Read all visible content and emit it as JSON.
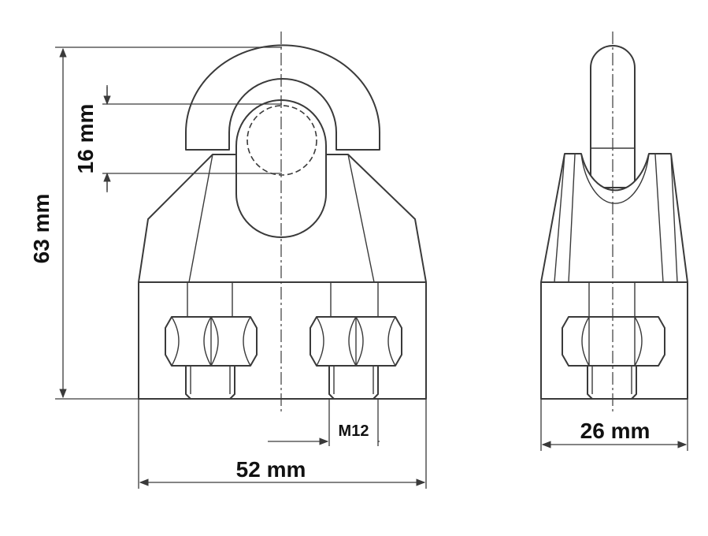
{
  "dimensions": {
    "height_overall": "63 mm",
    "rope_diameter": "16 mm",
    "width_overall": "52 mm",
    "thread": "M12",
    "depth": "26 mm"
  },
  "colors": {
    "line": "#3a3a3a",
    "text": "#111111",
    "background": "#ffffff"
  }
}
